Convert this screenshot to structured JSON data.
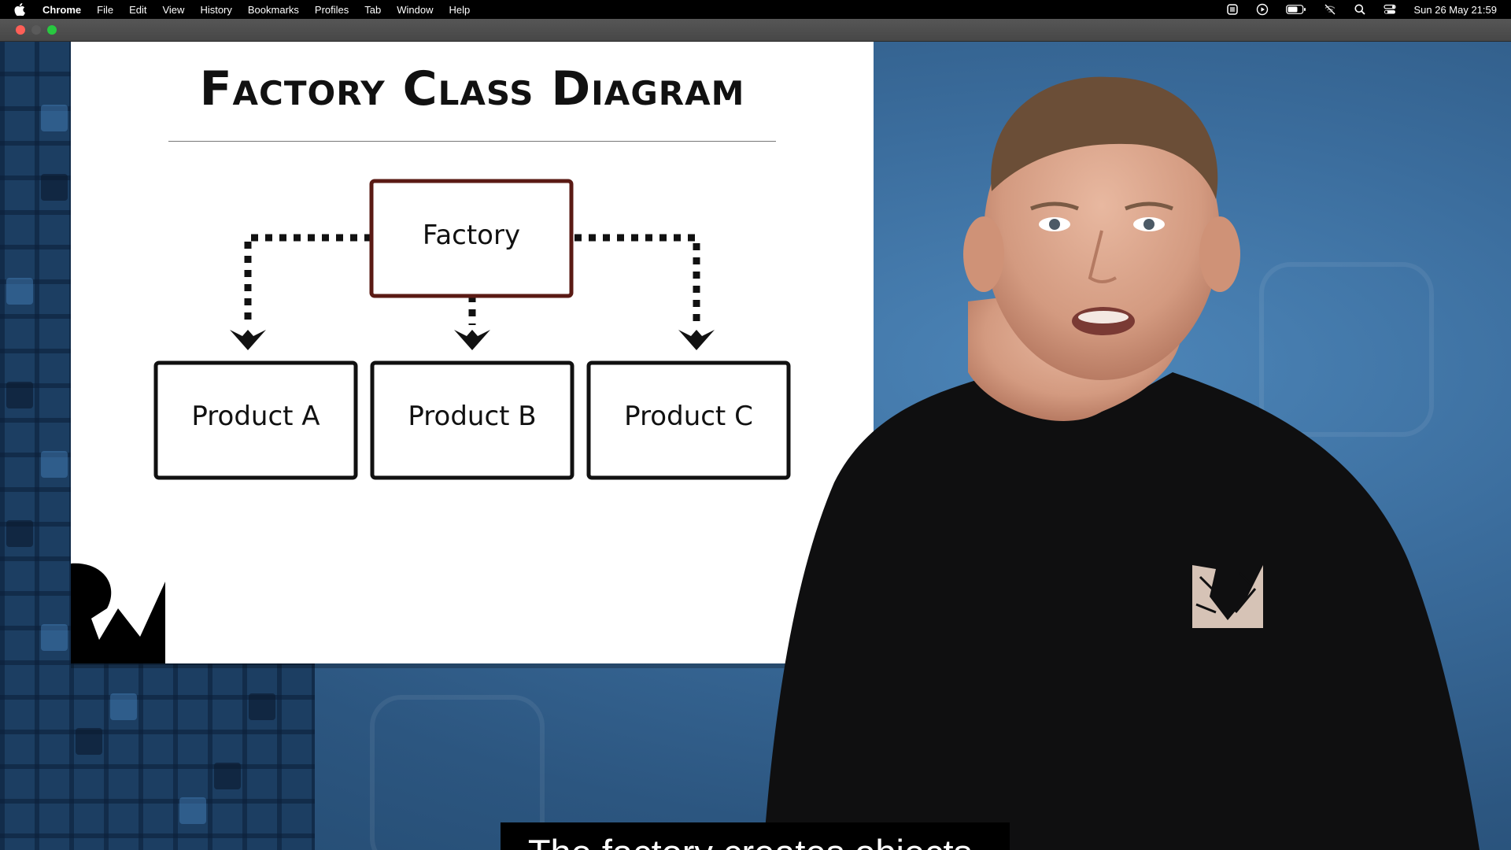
{
  "menubar": {
    "app_name": "Chrome",
    "items": [
      "File",
      "Edit",
      "View",
      "History",
      "Bookmarks",
      "Profiles",
      "Tab",
      "Window",
      "Help"
    ],
    "datetime": "Sun 26 May  21:59",
    "status_icons": [
      "app-icon",
      "play-circle-icon",
      "battery-icon",
      "wifi-off-icon",
      "search-icon",
      "control-center-icon"
    ]
  },
  "window": {
    "traffic_lights": [
      "close",
      "minimize",
      "maximize"
    ]
  },
  "slide": {
    "title": "Factory Class Diagram",
    "factory_label": "Factory",
    "products": [
      "Product A",
      "Product B",
      "Product C"
    ],
    "logo": "RW"
  },
  "caption": "The factory creates objects.",
  "colors": {
    "factory_border": "#5a1a14",
    "background_blue": "#3b6d9d",
    "caption_bg": "#000000",
    "shirt": "#0f0f10"
  }
}
